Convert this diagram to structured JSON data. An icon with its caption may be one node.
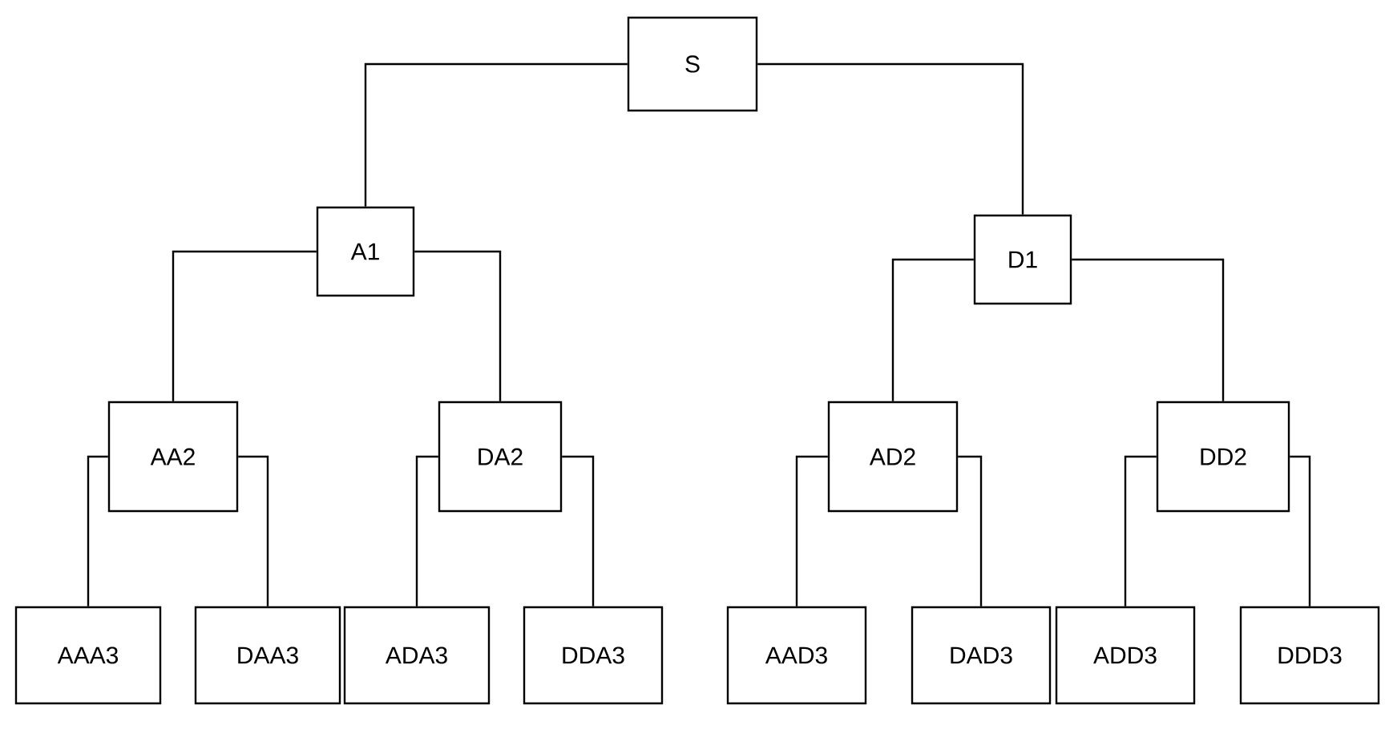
{
  "diagram": {
    "nodes": [
      {
        "text": [
          "S"
        ]
      },
      {
        "text": [
          "A1"
        ]
      },
      {
        "text": [
          "D1"
        ]
      },
      {
        "text": [
          "AA2"
        ]
      },
      {
        "text": [
          "DA2"
        ]
      },
      {
        "text": [
          "AD2"
        ]
      },
      {
        "text": [
          "DD2"
        ]
      },
      {
        "text": [
          "AAA3"
        ]
      },
      {
        "text": [
          "DAA3"
        ]
      },
      {
        "text": [
          "ADA3"
        ]
      },
      {
        "text": [
          "DDA3"
        ]
      },
      {
        "text": [
          "AAD3"
        ]
      },
      {
        "text": [
          "DAD3"
        ]
      },
      {
        "text": [
          "ADD3"
        ]
      },
      {
        "text": [
          "DDD3"
        ]
      }
    ],
    "edges": [
      {
        "from": 0,
        "to": 1,
        "arrow": "none"
      },
      {
        "from": 0,
        "to": 2,
        "arrow": "none"
      },
      {
        "from": 1,
        "to": 3,
        "arrow": "none"
      },
      {
        "from": 1,
        "to": 4,
        "arrow": "none"
      },
      {
        "from": 2,
        "to": 5,
        "arrow": "none"
      },
      {
        "from": 2,
        "to": 6,
        "arrow": "none"
      },
      {
        "from": 3,
        "to": 7,
        "arrow": "none"
      },
      {
        "from": 3,
        "to": 8,
        "arrow": "none"
      },
      {
        "from": 4,
        "to": 9,
        "arrow": "none"
      },
      {
        "from": 4,
        "to": 10,
        "arrow": "none"
      },
      {
        "from": 5,
        "to": 11,
        "arrow": "none"
      },
      {
        "from": 5,
        "to": 12,
        "arrow": "none"
      },
      {
        "from": 6,
        "to": 13,
        "arrow": "none"
      },
      {
        "from": 6,
        "to": 14,
        "arrow": "none"
      }
    ]
  }
}
